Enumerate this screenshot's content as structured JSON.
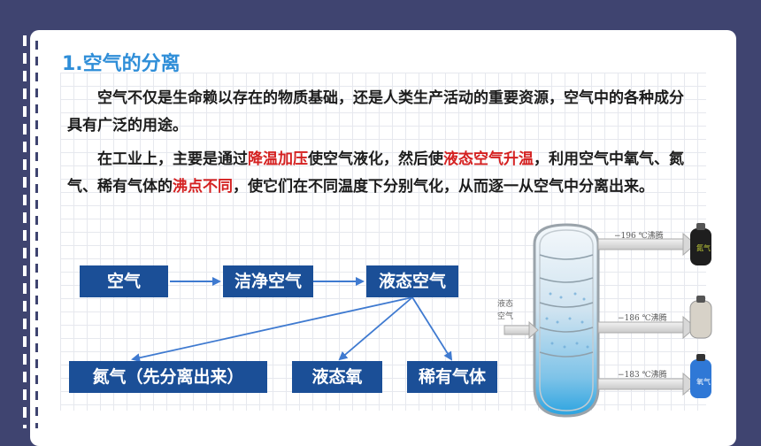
{
  "section": {
    "title": "1.空气的分离"
  },
  "paragraph1": {
    "text": "空气不仅是生命赖以存在的物质基础，还是人类生产活动的重要资源，空气中的各种成分具有广泛的用途。"
  },
  "paragraph2": {
    "part1": "在工业上，主要是通过",
    "hl1": "降温加压",
    "part2": "使空气液化，然后使",
    "hl2": "液态空气升温",
    "part3": "，利用空气中氧气、氮气、稀有气体的",
    "hl3": "沸点不同",
    "part4": "，使它们在不同温度下分别气化，从而逐一从空气中分离出来。"
  },
  "flow": {
    "air": "空气",
    "clean_air": "洁净空气",
    "liquid_air": "液态空气",
    "nitrogen": "氮气（先分离出来）",
    "liquid_oxygen": "液态氧",
    "rare_gas": "稀有气体"
  },
  "device": {
    "inlet_label_1": "液态",
    "inlet_label_2": "空气",
    "outlet_top": "−196 ℃沸腾",
    "outlet_mid": "−186 ℃沸腾",
    "outlet_bottom": "−183 ℃沸腾",
    "cyl_top": "氮气",
    "cyl_bottom": "氧气"
  },
  "colors": {
    "title": "#2f8ed8",
    "highlight": "#d42020",
    "box": "#1b4f97",
    "background": "#3f4470"
  }
}
